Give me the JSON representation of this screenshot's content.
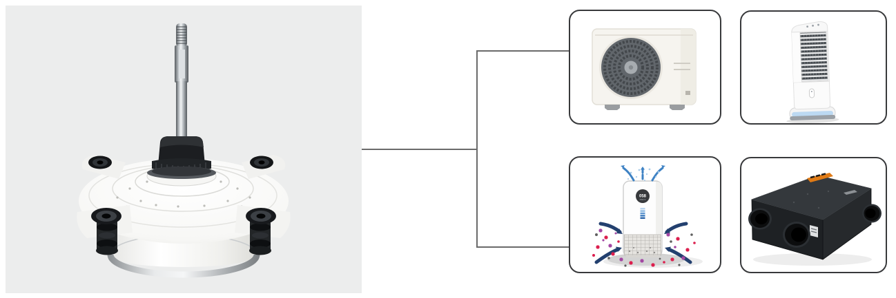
{
  "colors": {
    "panel_bg": "#eceded",
    "connector": "#6a6a6a",
    "box_border": "#38393b",
    "arrow_light_blue": "#3e82c4",
    "arrow_navy": "#23406f",
    "particle_red": "#dc1f4e",
    "particle_purple": "#a347a3",
    "particle_gray": "#5f5f5f"
  },
  "motor_panel": {
    "image": "fan-motor-image"
  },
  "apps": {
    "ac_outdoor": {
      "icon": "ac-outdoor-unit-image"
    },
    "tower_fan": {
      "icon": "tower-fan-image"
    },
    "air_purifier": {
      "icon": "air-purifier-image",
      "display_value": "058",
      "display_label": "PM2.5"
    },
    "ventilation": {
      "icon": "hrv-ventilation-unit-image"
    }
  }
}
